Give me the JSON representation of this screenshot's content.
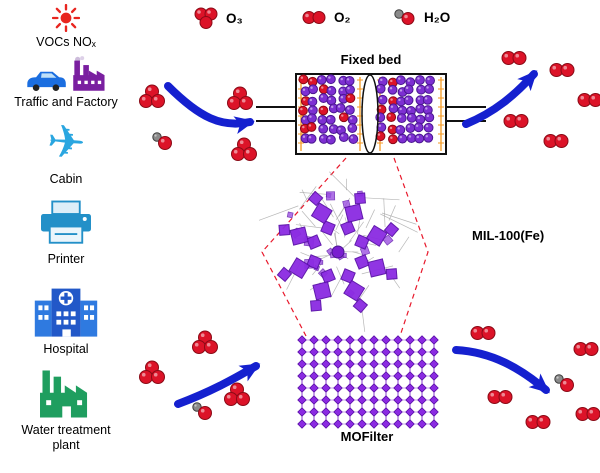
{
  "legend": {
    "items": [
      {
        "name": "ozone",
        "label": "O₃"
      },
      {
        "name": "oxygen",
        "label": "O₂"
      },
      {
        "name": "water",
        "label": "H₂O"
      }
    ]
  },
  "sources": {
    "items": [
      {
        "icon": "sun-icon",
        "label": "VOCs NOₓ"
      },
      {
        "icon": "car-and-factory-icons",
        "label": "Traffic and Factory"
      },
      {
        "icon": "airplane-icon",
        "label": "Cabin"
      },
      {
        "icon": "printer-icon",
        "label": "Printer"
      },
      {
        "icon": "hospital-icon",
        "label": "Hospital"
      },
      {
        "icon": "water-plant-icon",
        "label": "Water treatment plant"
      }
    ]
  },
  "reactor": {
    "fixed_bed_label": "Fixed bed",
    "mof_label": "MIL-100(Fe)",
    "mofilter_label": "MOFilter"
  },
  "colors": {
    "ozone_red": "#dc1328",
    "mof_purple": "#8b2be2",
    "arrow_blue": "#1520cf",
    "mesh_orange": "#f59a23",
    "water_grey": "#8a8a8a"
  }
}
